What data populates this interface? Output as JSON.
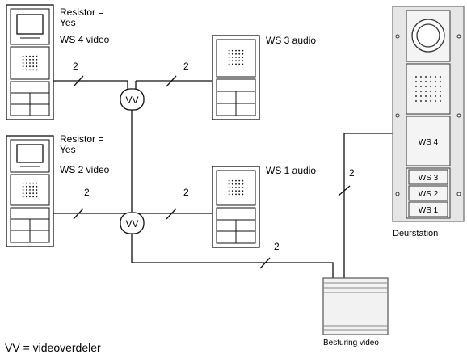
{
  "indoor_units": [
    {
      "name": "WS 4 video",
      "resistor_line1": "Resistor =",
      "resistor_line2": "Yes"
    },
    {
      "name": "WS 2 video",
      "resistor_line1": "Resistor =",
      "resistor_line2": "Yes"
    },
    {
      "name": "WS 3 audio"
    },
    {
      "name": "WS 1 audio"
    }
  ],
  "splitter_label": "VV",
  "wire_count_label": "2",
  "door_station": {
    "label": "Deurstation",
    "buttons": [
      "WS 4",
      "WS 3",
      "WS 2",
      "WS 1"
    ]
  },
  "controller": {
    "label": "Besturing video"
  },
  "legend": "VV = videoverdeler"
}
